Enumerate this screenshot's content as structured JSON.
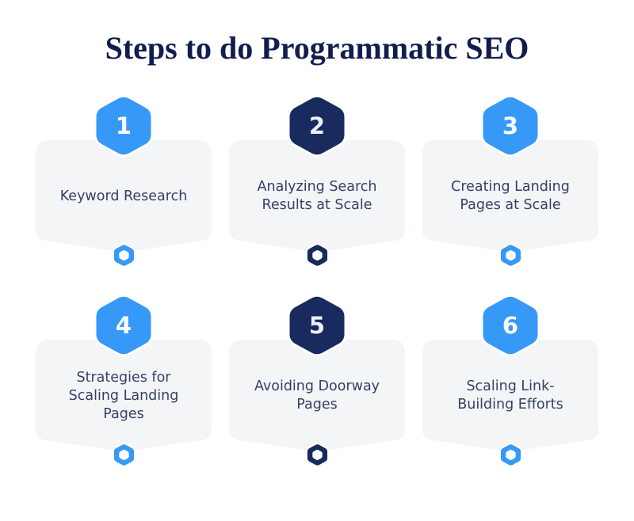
{
  "title": "Steps to do Programmatic SEO",
  "colors": {
    "page_bg": "#ffffff",
    "title_text": "#121d4f",
    "card_bg": "#f4f5f7",
    "card_text": "#363f66",
    "blue": "#3699f8",
    "navy": "#182a5e"
  },
  "cards": [
    {
      "number": "1",
      "title": "Keyword Research",
      "color": "#3699f8",
      "number_color": "#ffffff"
    },
    {
      "number": "2",
      "title": "Analyzing Search\nResults at Scale",
      "color": "#182a5e",
      "number_color": "#edf0f7"
    },
    {
      "number": "3",
      "title": "Creating Landing\nPages at Scale",
      "color": "#3699f8",
      "number_color": "#ffffff"
    },
    {
      "number": "4",
      "title": "Strategies for\nScaling Landing\nPages",
      "color": "#3699f8",
      "number_color": "#ffffff"
    },
    {
      "number": "5",
      "title": "Avoiding Doorway\nPages",
      "color": "#182a5e",
      "number_color": "#edf0f7"
    },
    {
      "number": "6",
      "title": "Scaling Link-\nBuilding Efforts",
      "color": "#3699f8",
      "number_color": "#ffffff"
    }
  ]
}
